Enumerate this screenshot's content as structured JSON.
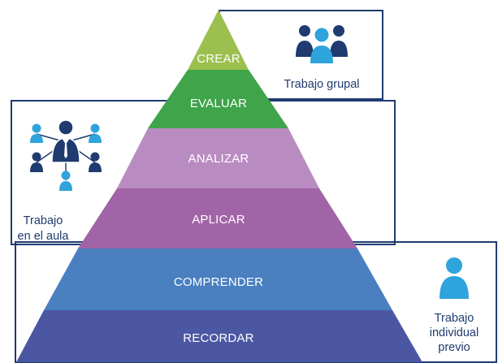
{
  "pyramid": {
    "levels": [
      {
        "label": "CREAR",
        "color": "#9bc04f"
      },
      {
        "label": "EVALUAR",
        "color": "#3fa44a"
      },
      {
        "label": "ANALIZAR",
        "color": "#b98cc1"
      },
      {
        "label": "APLICAR",
        "color": "#a164a6"
      },
      {
        "label": "COMPRENDER",
        "color": "#4a7fc0"
      },
      {
        "label": "RECORDAR",
        "color": "#4c57a3"
      }
    ]
  },
  "boxes": {
    "group": {
      "label": "Trabajo grupal",
      "icon": "group-people-icon"
    },
    "classroom": {
      "line1": "Trabajo",
      "line2": "en el aula",
      "icon": "teacher-network-icon"
    },
    "individual": {
      "line1": "Trabajo",
      "line2": "individual",
      "line3": "previo",
      "icon": "person-icon"
    }
  },
  "colors": {
    "frame": "#1f3b6f",
    "icon_dark": "#1f3b6f",
    "icon_light": "#2ea3dc"
  }
}
